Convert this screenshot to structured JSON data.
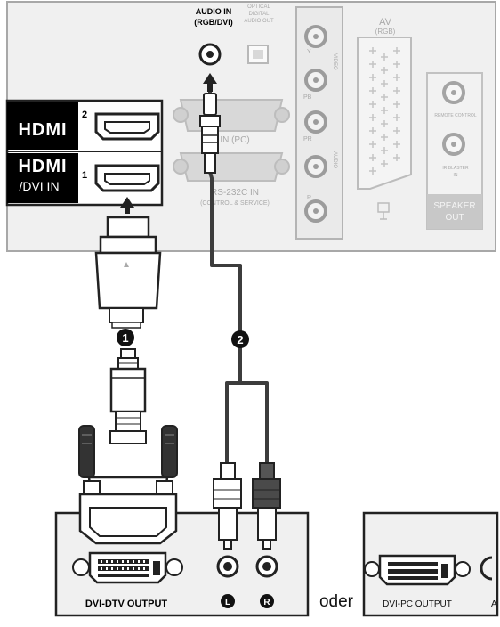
{
  "tv_panel": {
    "audio_in_line1": "AUDIO IN",
    "audio_in_line2": "(RGB/DVI)",
    "optical_line1": "OPTICAL",
    "optical_line2": "DIGITAL",
    "optical_line3": "AUDIO OUT",
    "rgb_in_label": "IN (PC)",
    "rs232_line1": "RS-232C IN",
    "rs232_line2": "(CONTROL & SERVICE)",
    "av_line1": "AV",
    "av_line2": "(RGB)",
    "speaker_line1": "SPEAKER",
    "speaker_line2": "OUT",
    "remote_label": "REMOTE CONTROL",
    "ir_line1": "IR BLASTER",
    "ir_line2": "IN",
    "component_video": "VIDEO",
    "component_audio": "AUDIO",
    "comp_y": "Y",
    "comp_pb": "PB",
    "comp_pr": "PR",
    "comp_r": "R"
  },
  "hdmi": {
    "logo": "HDMI",
    "port2_num": "2",
    "port1_suffix": "/DVI IN",
    "port1_num": "1"
  },
  "callouts": {
    "one": "1",
    "two": "2"
  },
  "source_box": {
    "dvi_output_label": "DVI-DTV OUTPUT",
    "audio_left": "L",
    "audio_right": "R"
  },
  "separator": "oder",
  "pc_box": {
    "dvi_pc_label": "DVI-PC OUTPUT",
    "audio_partial": "A"
  },
  "colors": {
    "panel_fill": "#efefef",
    "panel_stroke": "#9a9a9a",
    "cable_color": "#3a3a3a",
    "hdmi_logo_bg": "#000000",
    "red_plug": "#4a4a4a"
  }
}
